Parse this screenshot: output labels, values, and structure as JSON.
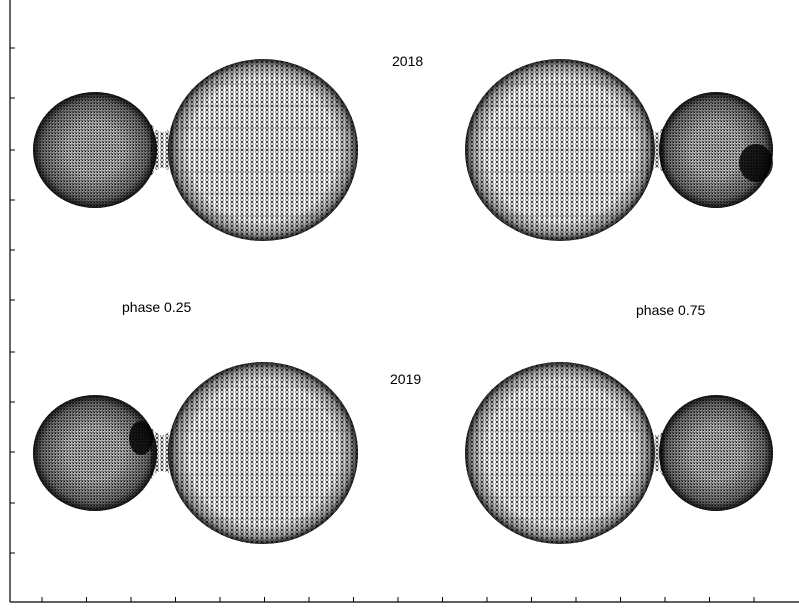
{
  "labels": {
    "year_top": "2018",
    "year_bottom": "2019",
    "phase_left": "phase 0.25",
    "phase_right": "phase 0.75"
  },
  "colors": {
    "background": "#ffffff",
    "frame": "#000000",
    "mesh": "#000000"
  },
  "models": [
    {
      "id": "2018-phase-0.25",
      "year": "2018",
      "phase": "0.25",
      "spot": false
    },
    {
      "id": "2018-phase-0.75",
      "year": "2018",
      "phase": "0.75",
      "spot": true
    },
    {
      "id": "2019-phase-0.25",
      "year": "2019",
      "phase": "0.25",
      "spot": true
    },
    {
      "id": "2019-phase-0.75",
      "year": "2019",
      "phase": "0.75",
      "spot": false
    }
  ]
}
